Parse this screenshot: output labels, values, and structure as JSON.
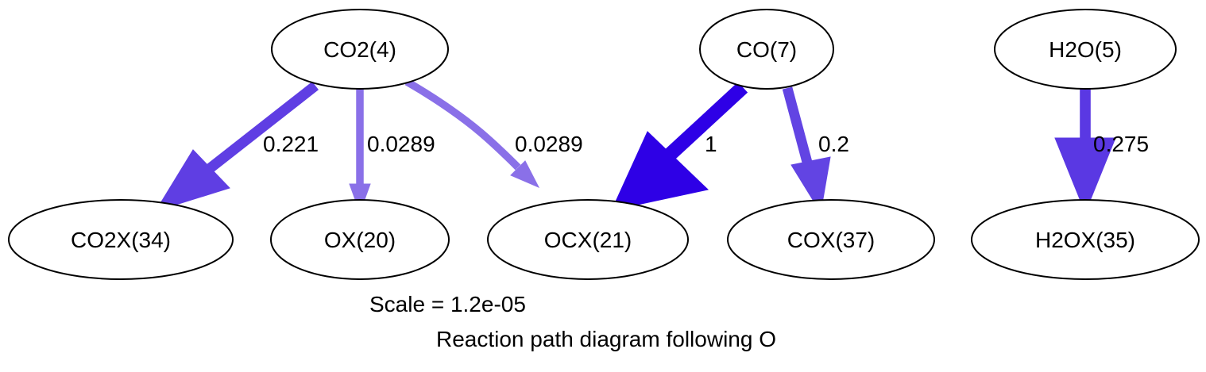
{
  "nodes": [
    {
      "id": "CO2(4)",
      "label": "CO2(4)"
    },
    {
      "id": "CO(7)",
      "label": "CO(7)"
    },
    {
      "id": "H2O(5)",
      "label": "H2O(5)"
    },
    {
      "id": "CO2X(34)",
      "label": "CO2X(34)"
    },
    {
      "id": "OX(20)",
      "label": "OX(20)"
    },
    {
      "id": "OCX(21)",
      "label": "OCX(21)"
    },
    {
      "id": "COX(37)",
      "label": "COX(37)"
    },
    {
      "id": "H2OX(35)",
      "label": "H2OX(35)"
    }
  ],
  "edges": [
    {
      "from": "CO2(4)",
      "to": "CO2X(34)",
      "label": "0.221",
      "flux": 0.221,
      "color": "#5f3ee3"
    },
    {
      "from": "CO2(4)",
      "to": "OX(20)",
      "label": "0.0289",
      "flux": 0.0289,
      "color": "#8a70e8"
    },
    {
      "from": "CO2(4)",
      "to": "OCX(21)",
      "label": "0.0289",
      "flux": 0.0289,
      "color": "#8a70e8"
    },
    {
      "from": "CO(7)",
      "to": "OCX(21)",
      "label": "1",
      "flux": 1,
      "color": "#2e00e6"
    },
    {
      "from": "CO(7)",
      "to": "COX(37)",
      "label": "0.2",
      "flux": 0.2,
      "color": "#6244e3"
    },
    {
      "from": "H2O(5)",
      "to": "H2OX(35)",
      "label": "0.275",
      "flux": 0.275,
      "color": "#5a38e3"
    }
  ],
  "caption": {
    "scale": "Scale = 1.2e-05",
    "title": "Reaction path diagram following O"
  }
}
